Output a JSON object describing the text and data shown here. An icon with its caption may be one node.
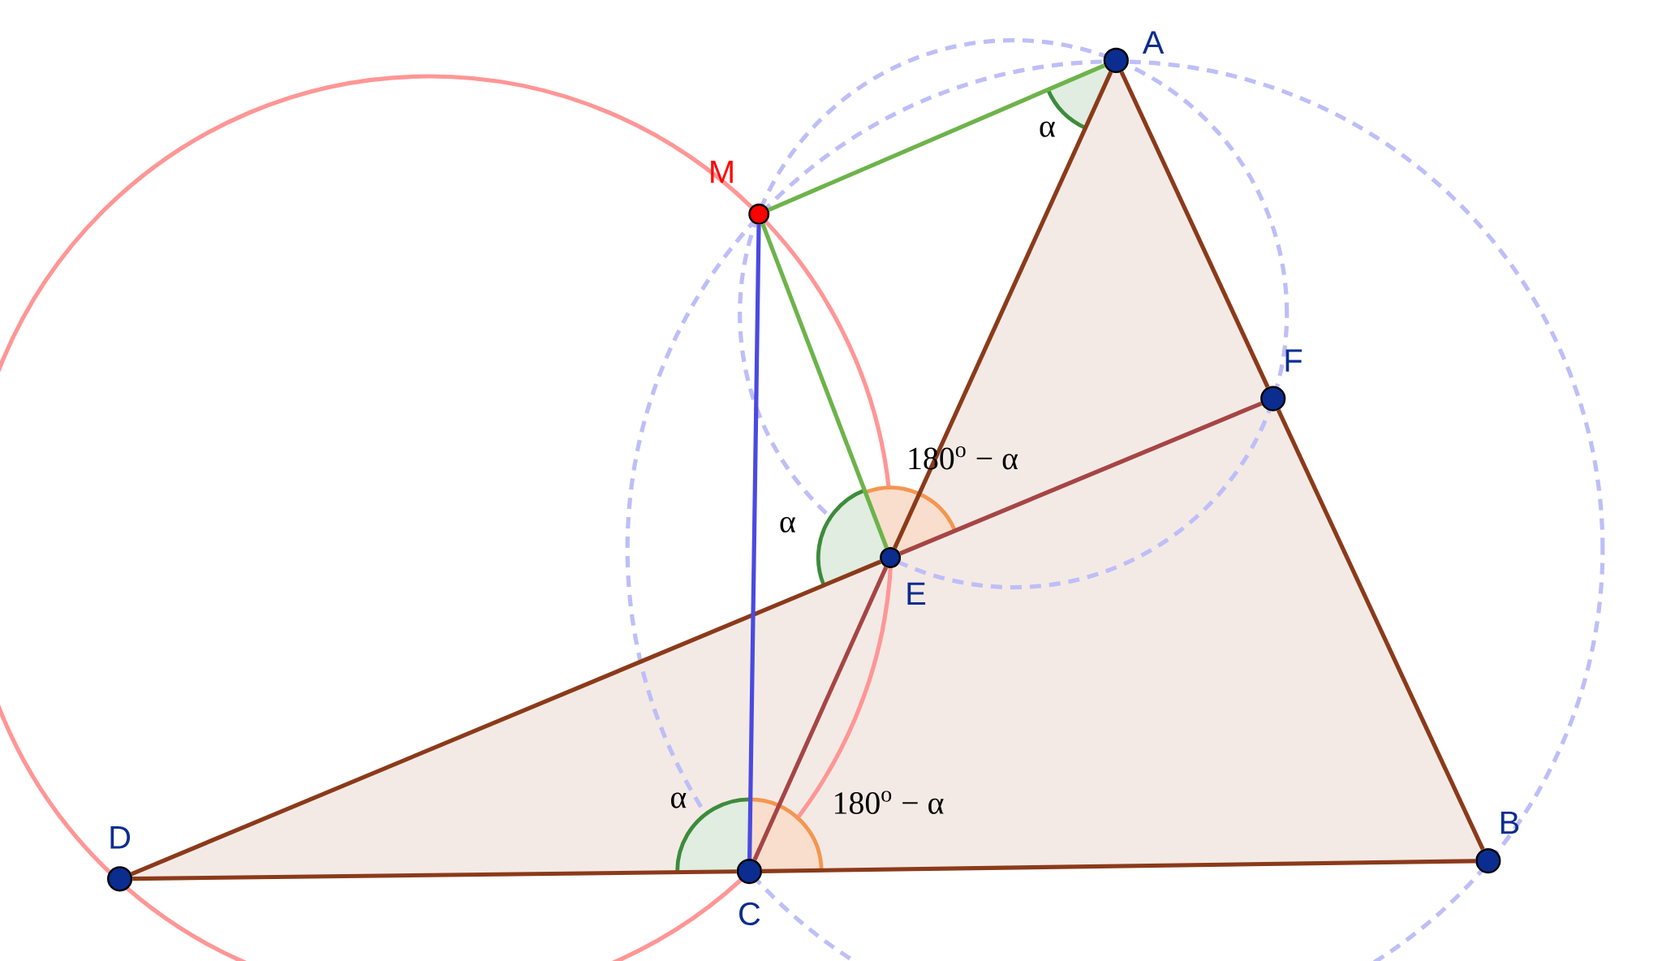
{
  "diagram": {
    "nodes": [
      {
        "text": [
          "A"
        ]
      },
      {
        "text": [
          "B"
        ]
      },
      {
        "text": [
          "C"
        ]
      },
      {
        "text": [
          "D"
        ]
      },
      {
        "text": [
          "E"
        ]
      },
      {
        "text": [
          "F"
        ]
      },
      {
        "text": [
          "M"
        ]
      }
    ],
    "edges": [
      {
        "from": 0,
        "to": 5,
        "arrow": "none"
      },
      {
        "from": 5,
        "to": 1,
        "arrow": "none"
      },
      {
        "from": 3,
        "to": 2,
        "arrow": "none"
      },
      {
        "from": 2,
        "to": 1,
        "arrow": "none"
      },
      {
        "from": 3,
        "to": 4,
        "arrow": "none"
      },
      {
        "from": 4,
        "to": 5,
        "arrow": "none",
        "color": "#a64545"
      },
      {
        "from": 0,
        "to": 4,
        "arrow": "none"
      },
      {
        "from": 4,
        "to": 2,
        "arrow": "none",
        "color": "#a64545"
      },
      {
        "from": 6,
        "to": 0,
        "arrow": "none",
        "color": "#6db34a"
      },
      {
        "from": 6,
        "to": 4,
        "arrow": "none",
        "color": "#6db34a"
      },
      {
        "from": 6,
        "to": 2,
        "arrow": "none",
        "color": "#4a4ae0"
      }
    ],
    "labels": [
      "α",
      "180$^{o}$ − α",
      "α",
      "α",
      "180$^{o}$ − α"
    ]
  }
}
